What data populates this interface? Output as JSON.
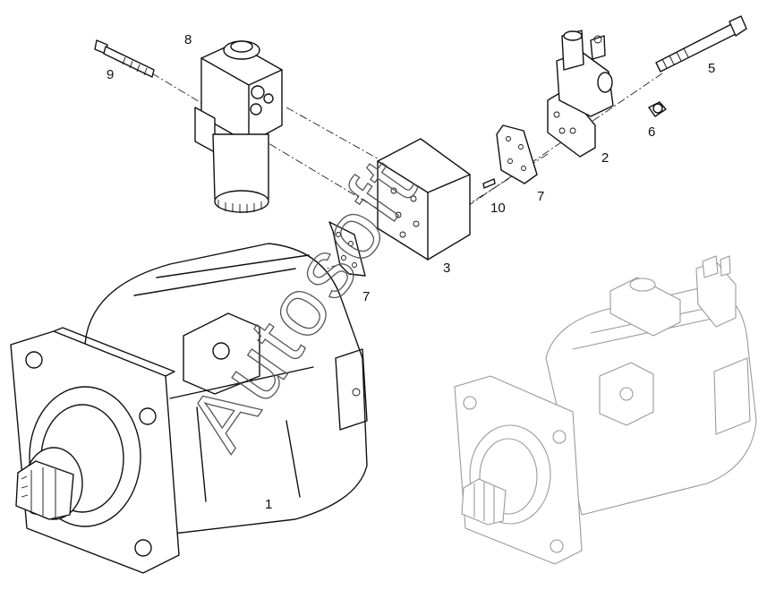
{
  "diagram": {
    "part_callouts": [
      "1",
      "2",
      "3",
      "5",
      "6",
      "7",
      "7",
      "8",
      "9",
      "10"
    ],
    "watermark": "Autosoft"
  },
  "colors": {
    "line": "#111111",
    "ghost": "#9a9a9a",
    "background": "#ffffff"
  }
}
